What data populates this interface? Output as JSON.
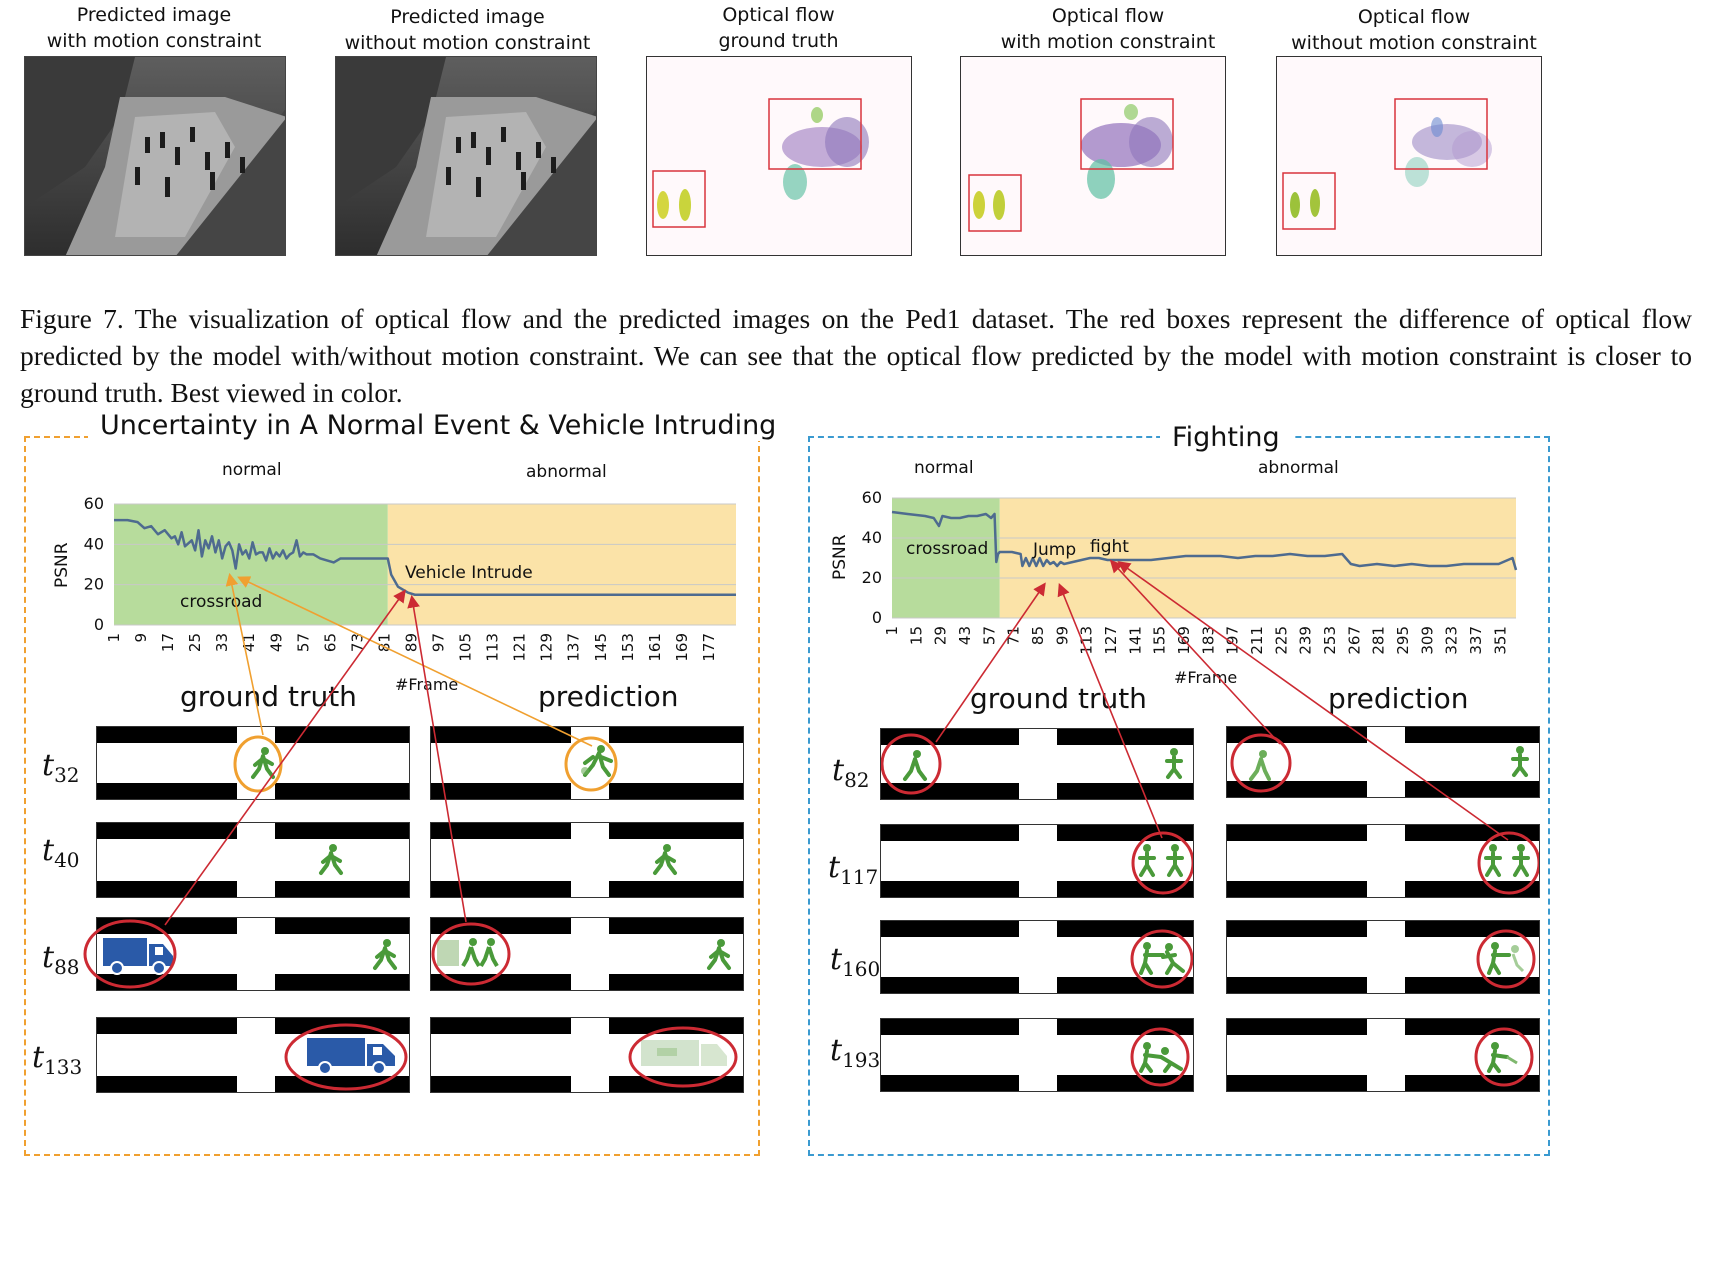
{
  "top_figure": {
    "columns": [
      {
        "label_line1": "Predicted image",
        "label_line2": "with motion constraint"
      },
      {
        "label_line1": "Predicted image",
        "label_line2": "without motion constraint"
      },
      {
        "label_line1": "Optical flow",
        "label_line2": "ground truth"
      },
      {
        "label_line1": "Optical flow",
        "label_line2": "with motion constraint"
      },
      {
        "label_line1": "Optical flow",
        "label_line2": "without motion constraint"
      }
    ],
    "caption": "Figure 7. The visualization of optical flow and the predicted images on the Ped1 dataset. The red boxes represent the difference of optical flow predicted by the model with/without motion constraint. We can see that the optical flow predicted by the model with motion constraint is closer to ground truth. Best viewed in color."
  },
  "left_panel": {
    "title": "Uncertainty in A Normal Event & Vehicle Intruding",
    "border_color": "#f0a030",
    "region_normal": "normal",
    "region_abnormal": "abnormal",
    "annotations": {
      "a1": "crossroad",
      "a2": "Vehicle Intrude"
    },
    "xlabel": "#Frame",
    "ylabel": "PSNR",
    "gt_head": "ground truth",
    "pred_head": "prediction",
    "rows": [
      {
        "t": "t",
        "sub": "32"
      },
      {
        "t": "t",
        "sub": "40"
      },
      {
        "t": "t",
        "sub": "88"
      },
      {
        "t": "t",
        "sub": "133"
      }
    ]
  },
  "right_panel": {
    "title": "Fighting",
    "border_color": "#3a9ad0",
    "region_normal": "normal",
    "region_abnormal": "abnormal",
    "annotations": {
      "a1": "crossroad",
      "a2": "Jump",
      "a3": "fight"
    },
    "xlabel": "#Frame",
    "ylabel": "PSNR",
    "gt_head": "ground truth",
    "pred_head": "prediction",
    "rows": [
      {
        "t": "t",
        "sub": "82"
      },
      {
        "t": "t",
        "sub": "117"
      },
      {
        "t": "t",
        "sub": "160"
      },
      {
        "t": "t",
        "sub": "193"
      }
    ]
  },
  "chart_data": [
    {
      "type": "line",
      "title": "Uncertainty in A Normal Event & Vehicle Intruding",
      "xlabel": "#Frame",
      "ylabel": "PSNR",
      "ylim": [
        0,
        60
      ],
      "yticks": [
        0,
        20,
        40,
        60
      ],
      "xticks": [
        "1",
        "9",
        "17",
        "25",
        "33",
        "41",
        "49",
        "57",
        "65",
        "73",
        "81",
        "89",
        "97",
        "105",
        "113",
        "121",
        "129",
        "137",
        "145",
        "153",
        "161",
        "169",
        "177"
      ],
      "xlim": [
        1,
        185
      ],
      "regions": [
        {
          "label": "normal",
          "from": 1,
          "to": 82,
          "color": "#b7dc9c"
        },
        {
          "label": "abnormal",
          "from": 82,
          "to": 185,
          "color": "#fbe3a8"
        }
      ],
      "series": [
        {
          "x": [
            1,
            5,
            8,
            10,
            12,
            14,
            16,
            18,
            19,
            20,
            21,
            22,
            24,
            25,
            26,
            27,
            28,
            29,
            30,
            31,
            32,
            33,
            34,
            35,
            36,
            37,
            38,
            39,
            40,
            41,
            42,
            43,
            44,
            45,
            46,
            47,
            48,
            49,
            50,
            51,
            52,
            53,
            54,
            55,
            56,
            57,
            58,
            59,
            60,
            62,
            64,
            66,
            68,
            70,
            72,
            74,
            76,
            78,
            80,
            81,
            82,
            83,
            84,
            85,
            86,
            87,
            88,
            90,
            95,
            100,
            110,
            120,
            140,
            160,
            185
          ],
          "y": [
            52,
            52,
            51,
            48,
            49,
            45,
            47,
            43,
            44,
            40,
            46,
            39,
            42,
            37,
            47,
            34,
            42,
            38,
            44,
            36,
            42,
            33,
            39,
            41,
            37,
            28,
            40,
            35,
            37,
            33,
            41,
            35,
            36,
            36,
            32,
            38,
            33,
            36,
            34,
            37,
            33,
            35,
            36,
            42,
            34,
            36,
            35,
            35,
            35,
            33,
            32,
            31,
            33,
            33,
            33,
            33,
            33,
            33,
            33,
            33,
            33,
            25,
            22,
            19,
            18,
            17,
            16,
            15,
            15,
            15,
            15,
            15,
            15,
            15,
            15
          ]
        }
      ],
      "color": "#4e6b8f"
    },
    {
      "type": "line",
      "title": "Fighting",
      "xlabel": "#Frame",
      "ylabel": "PSNR",
      "ylim": [
        0,
        60
      ],
      "yticks": [
        0,
        20,
        40,
        60
      ],
      "xticks": [
        "1",
        "15",
        "29",
        "43",
        "57",
        "71",
        "85",
        "99",
        "113",
        "127",
        "141",
        "155",
        "169",
        "183",
        "197",
        "211",
        "225",
        "239",
        "253",
        "267",
        "281",
        "295",
        "309",
        "323",
        "337",
        "351"
      ],
      "xlim": [
        1,
        360
      ],
      "regions": [
        {
          "label": "normal",
          "from": 1,
          "to": 63,
          "color": "#b7dc9c"
        },
        {
          "label": "abnormal",
          "from": 63,
          "to": 360,
          "color": "#fbe3a8"
        }
      ],
      "series": [
        {
          "x": [
            1,
            10,
            20,
            25,
            28,
            30,
            35,
            40,
            45,
            50,
            55,
            58,
            60,
            61,
            62,
            63,
            64,
            70,
            75,
            76,
            78,
            80,
            82,
            84,
            86,
            88,
            90,
            92,
            94,
            96,
            98,
            100,
            105,
            110,
            115,
            120,
            125,
            130,
            140,
            150,
            160,
            170,
            180,
            190,
            200,
            210,
            220,
            230,
            240,
            250,
            260,
            265,
            270,
            280,
            290,
            300,
            310,
            320,
            330,
            340,
            350,
            358,
            360
          ],
          "y": [
            53,
            52,
            51,
            50,
            46,
            51,
            50,
            50,
            51,
            51,
            52,
            50,
            52,
            28,
            32,
            33,
            33,
            33,
            32,
            26,
            30,
            26,
            30,
            26,
            30,
            26,
            29,
            27,
            28,
            26,
            28,
            27,
            28,
            29,
            30,
            30,
            29,
            29,
            29,
            29,
            30,
            31,
            31,
            31,
            30,
            31,
            31,
            32,
            31,
            31,
            32,
            27,
            26,
            27,
            26,
            27,
            26,
            26,
            27,
            27,
            27,
            30,
            24
          ]
        }
      ],
      "color": "#4e6b8f"
    }
  ]
}
